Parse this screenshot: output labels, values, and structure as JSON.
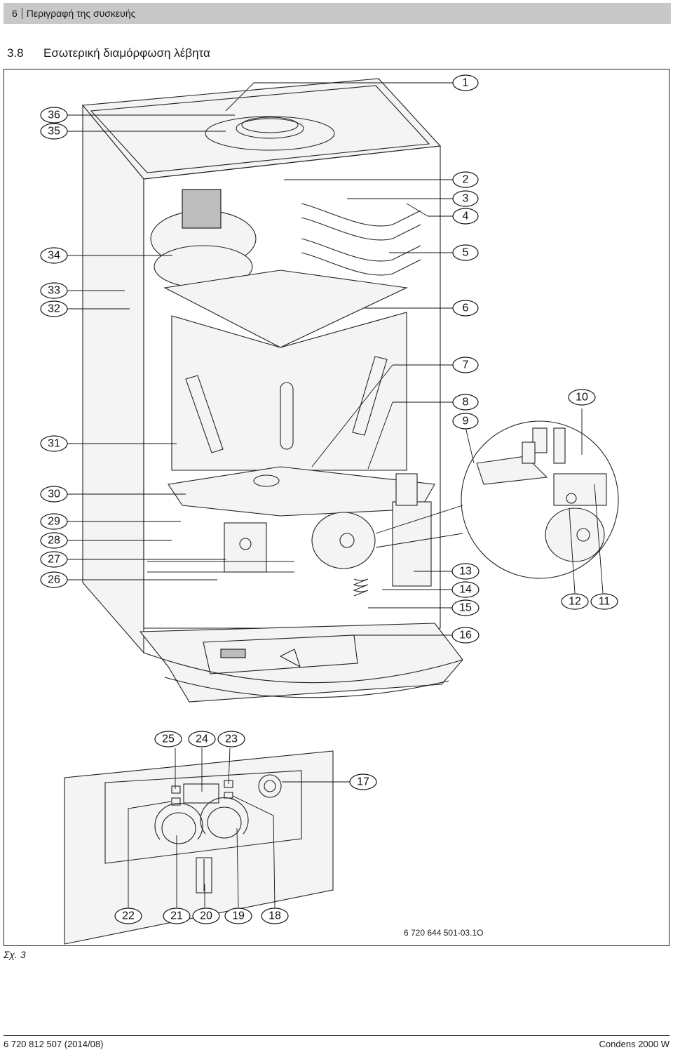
{
  "header": {
    "page_number": "6",
    "chapter": "Περιγραφή της συσκευής"
  },
  "section": {
    "number": "3.8",
    "title": "Εσωτερική διαμόρφωση λέβητα"
  },
  "figure": {
    "caption": "Σχ. 3",
    "art_code": "6 720 644 501-03.1O",
    "callouts": [
      "1",
      "2",
      "3",
      "4",
      "5",
      "6",
      "7",
      "8",
      "9",
      "10",
      "11",
      "12",
      "13",
      "14",
      "15",
      "16",
      "17",
      "18",
      "19",
      "20",
      "21",
      "22",
      "23",
      "24",
      "25",
      "26",
      "27",
      "28",
      "29",
      "30",
      "31",
      "32",
      "33",
      "34",
      "35",
      "36"
    ]
  },
  "footer": {
    "doc_id": "6 720 812 507 (2014/08)",
    "product": "Condens 2000 W"
  }
}
